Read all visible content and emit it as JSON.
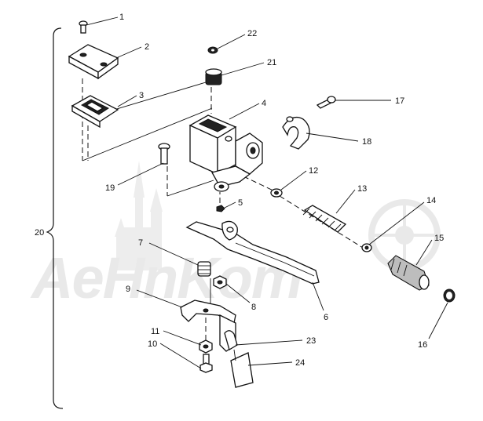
{
  "diagram": {
    "callouts": [
      {
        "id": "1",
        "label": "1"
      },
      {
        "id": "2",
        "label": "2"
      },
      {
        "id": "3",
        "label": "3"
      },
      {
        "id": "4",
        "label": "4"
      },
      {
        "id": "5",
        "label": "5"
      },
      {
        "id": "6",
        "label": "6"
      },
      {
        "id": "7",
        "label": "7"
      },
      {
        "id": "8",
        "label": "8"
      },
      {
        "id": "9",
        "label": "9"
      },
      {
        "id": "10",
        "label": "10"
      },
      {
        "id": "11",
        "label": "11"
      },
      {
        "id": "12",
        "label": "12"
      },
      {
        "id": "13",
        "label": "13"
      },
      {
        "id": "14",
        "label": "14"
      },
      {
        "id": "15",
        "label": "15"
      },
      {
        "id": "16",
        "label": "16"
      },
      {
        "id": "17",
        "label": "17"
      },
      {
        "id": "18",
        "label": "18"
      },
      {
        "id": "19",
        "label": "19"
      },
      {
        "id": "20",
        "label": "20"
      },
      {
        "id": "21",
        "label": "21"
      },
      {
        "id": "22",
        "label": "22"
      },
      {
        "id": "23",
        "label": "23"
      },
      {
        "id": "24",
        "label": "24"
      }
    ],
    "watermark": "AeHnKom"
  }
}
